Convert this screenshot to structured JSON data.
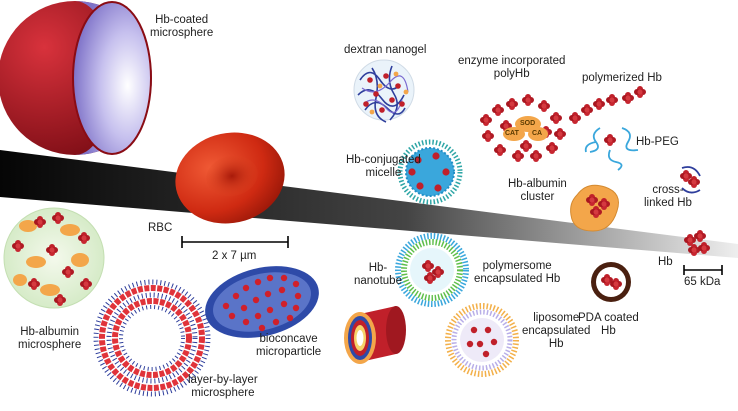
{
  "labels": {
    "hb_coated": [
      "Hb-coated",
      "microsphere"
    ],
    "dextran": "dextran nanogel",
    "enzyme": [
      "enzyme incorporated",
      "polyHb"
    ],
    "polymerized": "polymerized Hb",
    "hb_peg": "Hb-PEG",
    "conjugated": [
      "Hb-conjugated",
      "micelle"
    ],
    "albumin_cluster": [
      "Hb-albumin",
      "cluster"
    ],
    "crosslinked": [
      "cross-",
      "linked Hb"
    ],
    "rbc": "RBC",
    "rbc_scale": "2 x 7 µm",
    "hb": "Hb",
    "hb_scale": "65 kDa",
    "albumin_micro": [
      "Hb-albumin",
      "microsphere"
    ],
    "lbl_micro": [
      "layer-by-layer",
      "microsphere"
    ],
    "biconcave": [
      "bioconcave",
      "microparticle"
    ],
    "nanotube": [
      "Hb-",
      "nanotube"
    ],
    "polymersome": [
      "polymersome",
      "encapsulated Hb"
    ],
    "liposome": [
      "liposome",
      "encapsulated",
      "Hb"
    ],
    "pda": [
      "PDA coated",
      "Hb"
    ],
    "enzymes": [
      "SOD",
      "CAT",
      "CA"
    ]
  },
  "colors": {
    "hb_red": "#c0202a",
    "rbc_red": "#d62e1b",
    "albumin": "#f3a64a",
    "micelle_blue": "#3aa7dc",
    "polymer_blue": "#1f3f9c",
    "lavender": "#b8aee8",
    "pda_brown": "#4a2010"
  }
}
